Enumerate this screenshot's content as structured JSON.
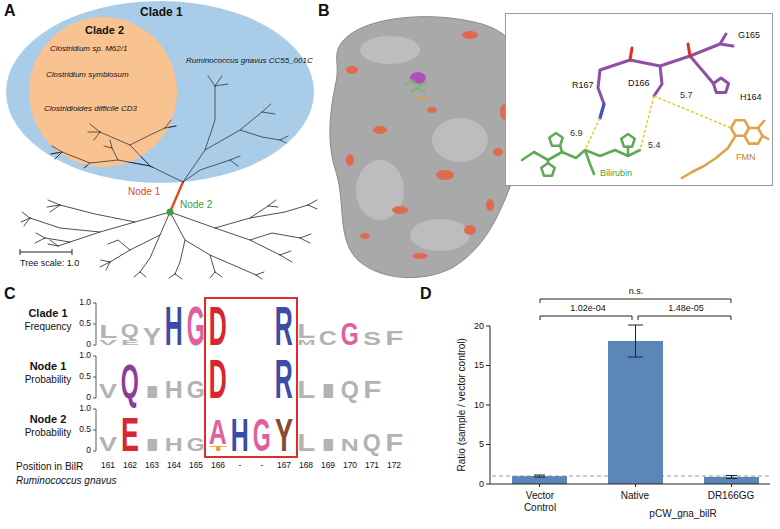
{
  "diagram": {
    "nodes": [
      {
        "text": [
          "Clade 1",
          "Ruminococcus gnavus CC55_001C"
        ]
      },
      {
        "text": [
          "Clade 2",
          "Clostridium sp. M62/1",
          "Clostridium symbiosum",
          "Clostridioides difficile CD3"
        ],
        "in": 0
      },
      {
        "text": [
          "G165",
          "D166",
          "R167",
          "H164",
          "5.7",
          "6.9",
          "5.4",
          "FMN",
          "Bilirubin"
        ]
      },
      {
        "text": [
          "D",
          "R",
          "D",
          "R",
          "A",
          "H",
          "G",
          "Y",
          "T"
        ]
      }
    ],
    "labels": [
      "A",
      "Node 1",
      "Node 2",
      "Tree scale: 1.0",
      "B",
      "C",
      "Clade 1",
      "Frequency",
      "Node 1",
      "Probability",
      "Node 2",
      "Probability",
      "1.0",
      "0.5",
      "0",
      "1.0",
      "0.5",
      "0",
      "1.0",
      "0.5",
      "0",
      "V",
      "L",
      "E",
      "Q",
      "Y",
      "H",
      "G",
      "M",
      "L",
      "C",
      "G",
      "S",
      "F",
      "V",
      "Q",
      "I",
      "H",
      "G",
      "L",
      "I",
      "Q",
      "F",
      "V",
      "E",
      "I",
      "H",
      "G",
      "L",
      "I",
      "N",
      "Q",
      "F",
      "161",
      "162",
      "163",
      "164",
      "165",
      "166",
      "-",
      "-",
      "167",
      "168",
      "169",
      "170",
      "171",
      "172",
      "Position in BilR",
      "Ruminococcus gnavus",
      "D",
      "Ratio (sample / vector control)",
      "0",
      "5",
      "10",
      "15",
      "20",
      "n.s.",
      "1.02e-04",
      "1.48e-05",
      "Vector Control",
      "Native",
      "DR166GG",
      "pCW_gna_bilR"
    ]
  }
}
